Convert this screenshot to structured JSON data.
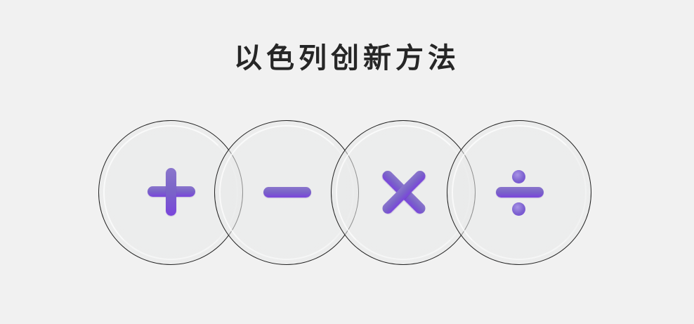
{
  "title": "以色列创新方法",
  "operators": [
    {
      "name": "plus",
      "symbol": "+"
    },
    {
      "name": "minus",
      "symbol": "−"
    },
    {
      "name": "multiply",
      "symbol": "×"
    },
    {
      "name": "divide",
      "symbol": "÷"
    }
  ],
  "colors": {
    "background": "#f1f1f1",
    "title": "#262626",
    "operator_purple": "#7a5ed0",
    "circle_fill": "#e8e9e9",
    "circle_border": "#222222"
  }
}
